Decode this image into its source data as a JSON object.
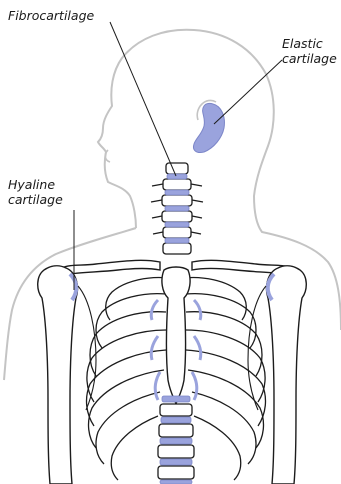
{
  "labels": {
    "fibrocartilage": "Fibrocartilage",
    "elastic_line1": "Elastic",
    "elastic_line2": "cartilage",
    "hyaline_line1": "Hyaline",
    "hyaline_line2": "cartilage"
  },
  "colors": {
    "cartilage": "#9aa3dd",
    "cartilage_dark": "#7c86c8",
    "outline": "#1c1c1c",
    "silhouette": "#c4c4c4",
    "bone_fill": "#ffffff"
  }
}
